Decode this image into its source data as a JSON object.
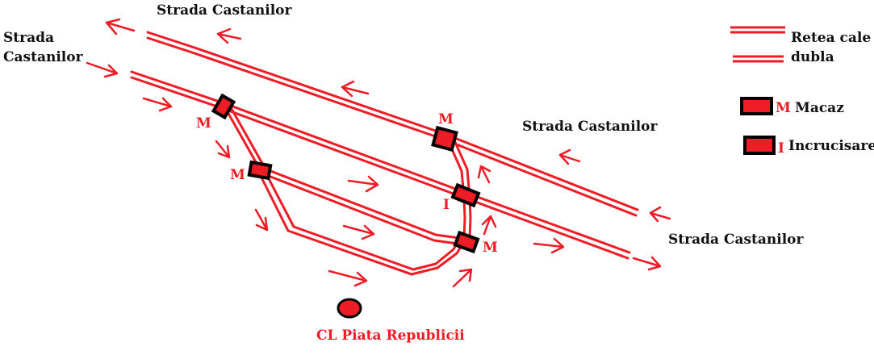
{
  "colors": {
    "track": "#ee1c24",
    "arrow": "#ee1c24",
    "switch_fill": "#ee1c24",
    "switch_border": "#000000",
    "label_dark": "#111111",
    "label_red": "#ee1c24",
    "background": "#ffffff"
  },
  "street_labels": {
    "top": "Strada Castanilor",
    "left_line1": "Strada",
    "left_line2": "Castanilor",
    "middle_right": "Strada Castanilor",
    "bottom_right": "Strada Castanilor"
  },
  "switch_letters": {
    "macaz": "M",
    "incrucisare": "I"
  },
  "legend": {
    "double_track_line1": "Retea cale",
    "double_track_line2": "dubla",
    "macaz_letter": "M",
    "macaz_label": "Macaz",
    "crossing_letter": "I",
    "crossing_label": "Incrucisare"
  },
  "station": {
    "label": "CL Piata Republicii"
  }
}
